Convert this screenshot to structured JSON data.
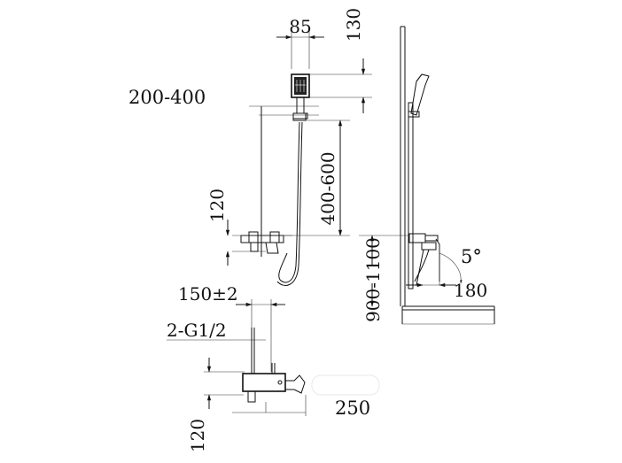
{
  "dimensions": {
    "handshower_width": "85",
    "handshower_height": "130",
    "rail_adjust": "200-400",
    "slide_range": "400-600",
    "valve_height_top": "120",
    "spacing": "150±2",
    "inlet": "2-G1/2",
    "projection": "250",
    "valve_height_bottom": "120",
    "mount_height": "900-1100",
    "spout_reach": "180",
    "angle": "5°"
  }
}
